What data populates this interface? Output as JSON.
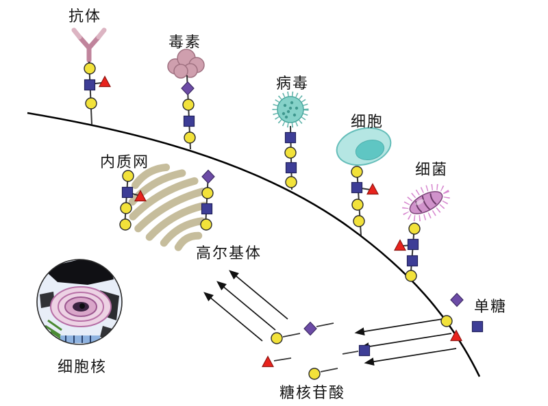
{
  "labels": {
    "antibody": "抗体",
    "toxin": "毒素",
    "virus": "病毒",
    "cell": "细胞",
    "bacteria": "细菌",
    "er": "内质网",
    "golgi": "高尔基体",
    "nucleus": "细胞核",
    "monosaccharide": "单糖",
    "sugar_nucleotide": "糖核苷酸"
  },
  "icons": {
    "sugar-circle-icon": "yellow circle monosaccharide symbol",
    "sugar-square-icon": "blue square monosaccharide symbol",
    "sugar-diamond-icon": "purple diamond monosaccharide symbol",
    "sugar-triangle-icon": "red triangle monosaccharide symbol",
    "antibody-icon": "Y-shaped antibody",
    "toxin-icon": "pink cloud-shaped toxin",
    "virus-icon": "spiky round virus particle",
    "cell-icon": "oval cell with nucleus",
    "bacteria-icon": "rod-shaped bacterium with flagella",
    "er-illustration": "stacked endoplasmic-reticulum cisternae",
    "nucleus-illustration": "electron-micrograph style cell nucleus",
    "membrane-line": "curved plasma membrane",
    "arrow-icon": "black transport arrow"
  },
  "colors": {
    "background": "#ffffff",
    "membrane": "#000000",
    "sugar_circle": "#f2e23a",
    "sugar_square": "#3d3d96",
    "sugar_diamond": "#6c4ba6",
    "sugar_triangle": "#e8231d",
    "er": "#c6bd9c",
    "antibody": "#c0849c",
    "antibody_tip": "#dcb4c2",
    "toxin": "#cf9fae",
    "virus": "#86d2c9",
    "cell_body": "#b5e6e3",
    "cell_nucleus": "#5fc6c3",
    "bacteria": "#d093cb"
  }
}
